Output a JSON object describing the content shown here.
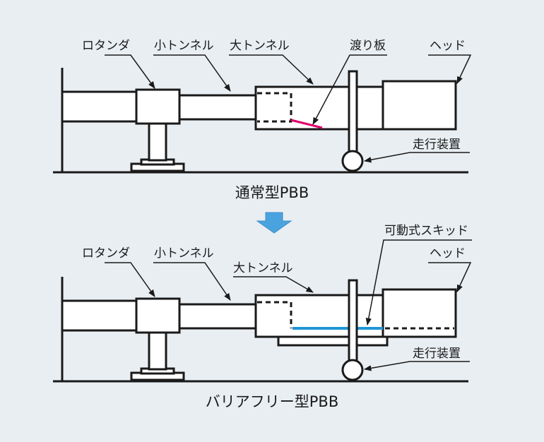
{
  "diagram": {
    "normal": {
      "labels": {
        "rotunda": "ロタンダ",
        "small_tunnel": "小トンネル",
        "large_tunnel": "大トンネル",
        "bridge_plate": "渡り板",
        "head": "ヘッド",
        "drive_unit": "走行装置"
      },
      "caption": "通常型PBB",
      "colors": {
        "bridge_plate": "#e0006a"
      }
    },
    "arrow": {
      "color": "#4aa3df"
    },
    "barrier_free": {
      "labels": {
        "rotunda": "ロタンダ",
        "small_tunnel": "小トンネル",
        "large_tunnel": "大トンネル",
        "movable_skid": "可動式スキッド",
        "head": "ヘッド",
        "drive_unit": "走行装置"
      },
      "caption": "バリアフリー型PBB",
      "colors": {
        "movable_skid": "#1e96d6"
      }
    }
  }
}
